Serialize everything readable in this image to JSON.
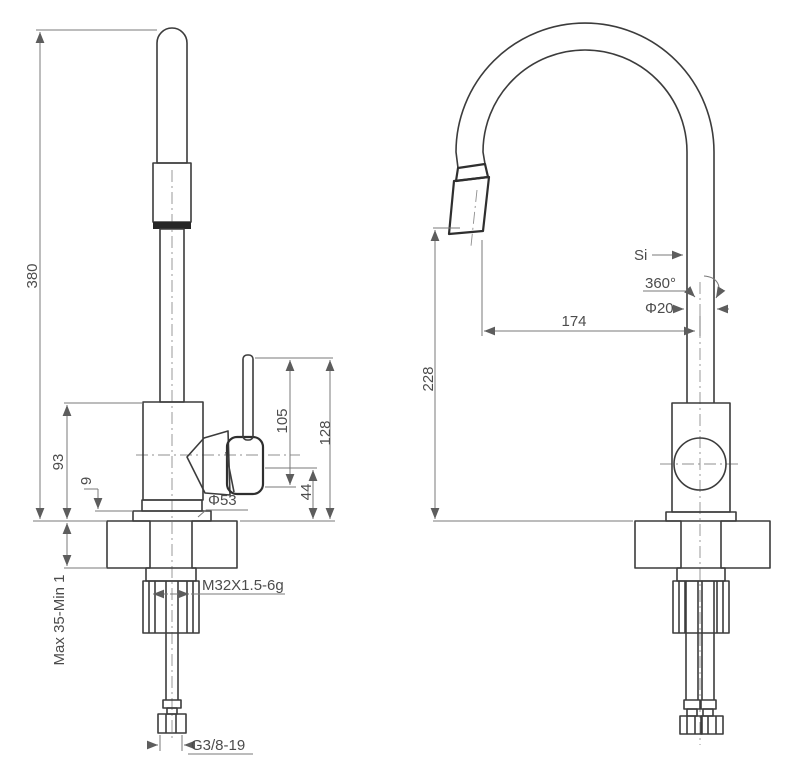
{
  "drawing": {
    "type": "faucet-dimensional-drawing",
    "colors": {
      "line": "#3c3c3c",
      "dimension": "#787878",
      "text": "#4c4c4c",
      "background": "#ffffff"
    },
    "front_view": {
      "dims": {
        "overall_height": "380",
        "body_height": "93",
        "base_plate_height": "9",
        "countertop_thickness": "Max 35-Min 1",
        "lever_top_to_valve": "105",
        "lever_top_to_deck": "128",
        "valve_center_to_deck": "44",
        "escutcheon_diameter": "Φ53",
        "mounting_thread": "M32X1.5-6g",
        "supply_connector_thread": "G3/8-19"
      }
    },
    "side_view": {
      "dims": {
        "outlet_height": "228",
        "spout_reach": "174",
        "swivel_angle": "360°",
        "spout_pipe_diameter": "Φ20",
        "material_marker": "Si"
      }
    }
  }
}
